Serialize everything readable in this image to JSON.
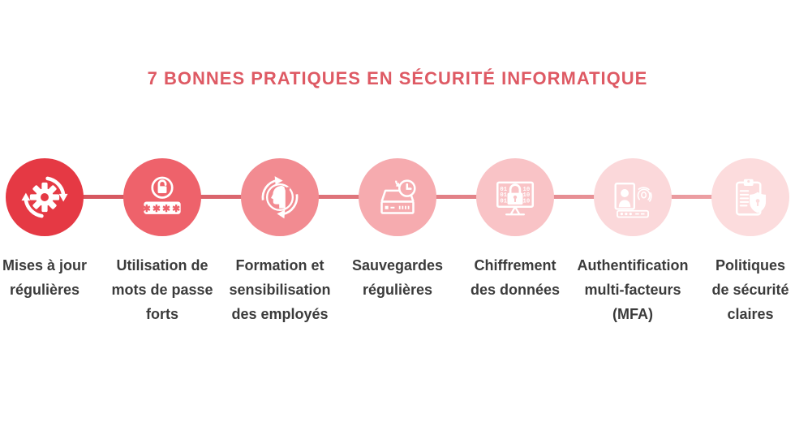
{
  "title": "7 BONNES PRATIQUES EN SÉCURITÉ INFORMATIQUE",
  "colors": {
    "background": "#ffffff",
    "title": "#de5a64",
    "label_text": "#3b3b3b",
    "connector_start": "#d4515a",
    "connector_end": "#eda3a7"
  },
  "items": [
    {
      "label": "Mises à jour\nrégulières",
      "icon": "software-update-sync-icon",
      "circle_color": "#e53944"
    },
    {
      "label": "Utilisation de\nmots de passe\nforts",
      "icon": "strong-password-lock-icon",
      "circle_color": "#ee626b",
      "mask_text": "✱✱✱✱"
    },
    {
      "label": "Formation et\nsensibilisation\ndes employés",
      "icon": "employee-training-head-icon",
      "circle_color": "#f28b91"
    },
    {
      "label": "Sauvegardes\nrégulières",
      "icon": "backup-drive-clock-icon",
      "circle_color": "#f6abaf"
    },
    {
      "label": "Chiffrement\ndes données",
      "icon": "data-encryption-monitor-lock-icon",
      "circle_color": "#f9c3c6",
      "screen_binary_left": "01",
      "screen_binary_right": "10"
    },
    {
      "label": "Authentification\nmulti-facteurs\n(MFA)",
      "icon": "mfa-id-card-fingerprint-icon",
      "circle_color": "#fbd8da"
    },
    {
      "label": "Politiques\nde sécurité\nclaires",
      "icon": "security-policy-clipboard-shield-icon",
      "circle_color": "#fcdcdd"
    }
  ]
}
